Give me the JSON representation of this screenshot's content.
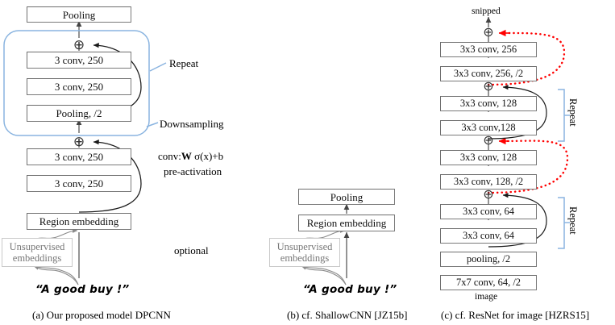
{
  "figure": {
    "title": "DPCNN architecture comparison figure",
    "colors": {
      "box_border": "#7a7a7a",
      "ghost_border": "#c9c9c9",
      "ghost_text": "#777777",
      "blue_annotation": "#8ab4e0",
      "shortcut_black": "#1a1a1a",
      "shortcut_red": "#ff0000",
      "background": "#ffffff"
    }
  },
  "panel_a": {
    "caption": "(a)  Our proposed model DPCNN",
    "blocks": [
      {
        "id": "a-pooling-top",
        "label": "Pooling"
      },
      {
        "id": "a-conv-4",
        "label": "3 conv, 250"
      },
      {
        "id": "a-conv-3",
        "label": "3 conv, 250"
      },
      {
        "id": "a-pooling-2",
        "label": "Pooling, /2"
      },
      {
        "id": "a-conv-2",
        "label": "3 conv, 250"
      },
      {
        "id": "a-conv-1",
        "label": "3 conv, 250"
      },
      {
        "id": "a-region-embedding",
        "label": "Region embedding"
      }
    ],
    "ghost_box": {
      "line1": "Unsupervised",
      "line2": "embeddings"
    },
    "input_sentence": "“A good buy !”",
    "annotations": {
      "repeat": "Repeat",
      "downsampling": "Downsampling",
      "conv_formula_prefix": "conv:",
      "conv_formula_w": "W",
      "conv_formula_rest": " σ(x)+b",
      "pre_activation": "pre-activation",
      "optional": "optional"
    }
  },
  "panel_b": {
    "caption": "(b)  cf. ShallowCNN [JZ15b]",
    "blocks": [
      {
        "id": "b-pooling",
        "label": "Pooling"
      },
      {
        "id": "b-region-embedding",
        "label": "Region embedding"
      }
    ],
    "ghost_box": {
      "line1": "Unsupervised",
      "line2": "embeddings"
    },
    "input_sentence": "“A good buy !”"
  },
  "panel_c": {
    "caption": "(c)  cf. ResNet for image [HZRS15]",
    "top_label": "snipped",
    "bottom_label": "image",
    "blocks": [
      {
        "id": "c-conv-256-a",
        "label": "3x3 conv, 256"
      },
      {
        "id": "c-conv-256-b",
        "label": "3x3 conv, 256, /2"
      },
      {
        "id": "c-conv-128-a",
        "label": "3x3 conv, 128"
      },
      {
        "id": "c-conv-128-b",
        "label": "3x3 conv,128"
      },
      {
        "id": "c-conv-128-c",
        "label": "3x3 conv, 128"
      },
      {
        "id": "c-conv-128-d",
        "label": "3x3 conv, 128, /2"
      },
      {
        "id": "c-conv-64-a",
        "label": "3x3 conv, 64"
      },
      {
        "id": "c-conv-64-b",
        "label": "3x3 conv, 64"
      },
      {
        "id": "c-pooling",
        "label": "pooling, /2"
      },
      {
        "id": "c-conv-7x7",
        "label": "7x7 conv, 64, /2"
      }
    ],
    "annotations": {
      "repeat_upper": "Repeat",
      "repeat_lower": "Repeat"
    }
  },
  "icons": {
    "plus_circle": "⊕"
  }
}
